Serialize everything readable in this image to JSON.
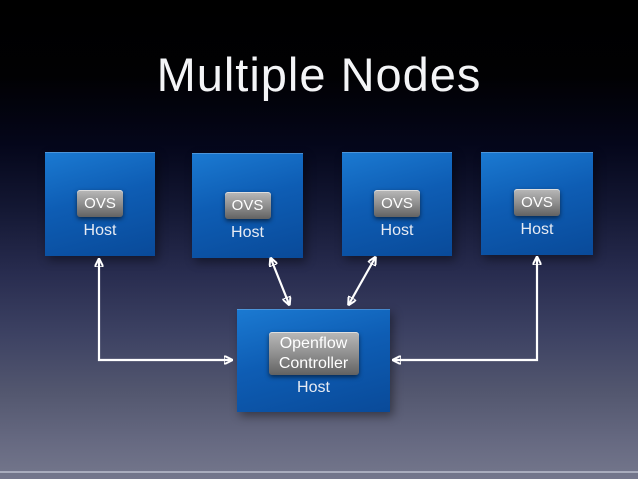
{
  "slide": {
    "title": "Multiple Nodes"
  },
  "nodes": [
    {
      "id": "host-1",
      "ovs_label": "OVS",
      "host_label": "Host"
    },
    {
      "id": "host-2",
      "ovs_label": "OVS",
      "host_label": "Host"
    },
    {
      "id": "host-3",
      "ovs_label": "OVS",
      "host_label": "Host"
    },
    {
      "id": "host-4",
      "ovs_label": "OVS",
      "host_label": "Host"
    }
  ],
  "controller": {
    "badge_line1": "Openflow",
    "badge_line2": "Controller",
    "host_label": "Host"
  },
  "connections": [
    {
      "from": "host-1",
      "to": "controller",
      "style": "elbow",
      "arrowheads": "both-ends"
    },
    {
      "from": "host-2",
      "to": "controller",
      "style": "diagonal",
      "arrowheads": "both-ends"
    },
    {
      "from": "host-3",
      "to": "controller",
      "style": "diagonal",
      "arrowheads": "both-ends"
    },
    {
      "from": "host-4",
      "to": "controller",
      "style": "elbow",
      "arrowheads": "both-ends"
    }
  ],
  "colors": {
    "background_top": "#000000",
    "background_bottom": "#74778c",
    "node_blue_light": "#1b7ad2",
    "node_blue_dark": "#094a99",
    "badge_gray_light": "#b9b9b9",
    "badge_gray_dark": "#626262",
    "arrow": "#ffffff",
    "title_text": "#f4f5f7",
    "host_text": "#e7ebf3"
  }
}
